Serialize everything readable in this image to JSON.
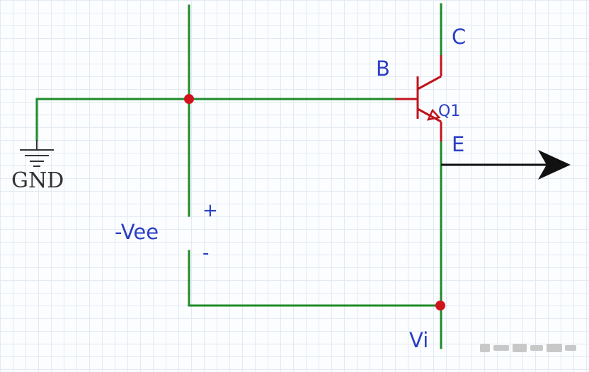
{
  "labels": {
    "collector": "C",
    "base": "B",
    "emitter": "E",
    "transistor": "Q1",
    "ground": "GND",
    "supply": "-Vee",
    "plus": "+",
    "minus": "-",
    "input": "Vi"
  },
  "colors": {
    "wire": "#1f8a2a",
    "component": "#c0141c",
    "junction": "#d0141c",
    "label": "#2a3ec4",
    "arrow": "#111111",
    "grid": "#e3eaf3"
  },
  "icons": {
    "ground": "ground-symbol-icon",
    "transistor": "npn-transistor-icon",
    "output": "output-arrow-icon"
  }
}
